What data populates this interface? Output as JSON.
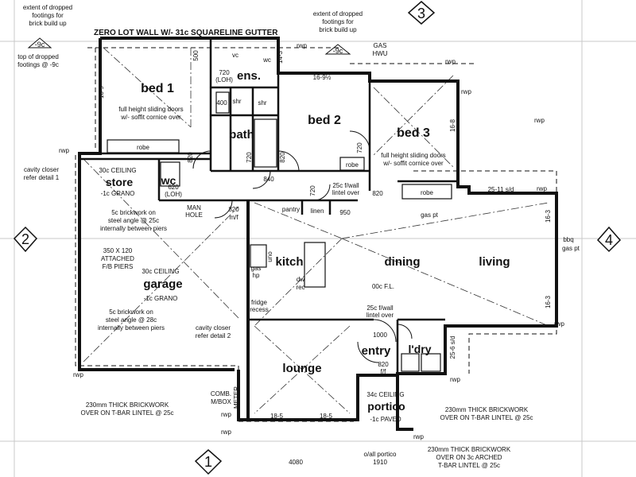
{
  "plan": {
    "header_note": "ZERO LOT WALL W/- 31c SQUARELINE GUTTER",
    "grids": {
      "g1": "1",
      "g2": "2",
      "g3": "3",
      "g4": "4"
    },
    "levels": {
      "m9c": "-9c",
      "m9c_b": "-9c"
    },
    "rooms": {
      "bed1": "bed 1",
      "bed2": "bed 2",
      "bed3": "bed 3",
      "ens": "ens.",
      "bath": "bath",
      "wc": "wc",
      "store": "store",
      "garage": "garage",
      "kitch": "kitch",
      "dining": "dining",
      "living": "living",
      "lounge": "lounge",
      "entry": "entry",
      "ldry": "l'dry",
      "portico": "portico"
    },
    "notes": {
      "tl1": "extent of dropped",
      "tl2": "footings for",
      "tl3": "brick build up",
      "tl4": "top of dropped",
      "tl5": "footings @ -9c",
      "tm1": "extent of dropped",
      "tm2": "footings for",
      "tm3": "brick build up",
      "gas_hwu1": "GAS",
      "gas_hwu2": "HWU",
      "cavity1a": "cavity closer",
      "cavity1b": "refer detail 1",
      "brick1a": "5c brickwork on",
      "brick1b": "steel angle @ 25c",
      "brick1c": "internally between piers",
      "piers1": "350 X 120",
      "piers2": "ATTACHED",
      "piers3": "F/B PIERS",
      "brick2a": "5c brickwork on",
      "brick2b": "steel angle @ 28c",
      "brick2c": "internally between piers",
      "cavity2a": "cavity closer",
      "cavity2b": "refer detail 2",
      "bed1_doors1": "full height sliding doors",
      "bed1_doors2": "w/- soffit cornice over",
      "bed3_doors1": "full height sliding doors",
      "bed3_doors2": "w/- soffit cornice over",
      "robe1": "robe",
      "robe2": "robe",
      "robe3": "robe",
      "store_ceiling": "30c CEILING",
      "store_grano": "-1c GRANO",
      "garage_ceiling": "30c CEILING",
      "garage_grano": "-1c GRANO",
      "portico_ceiling": "34c CEILING",
      "portico_paved": "-1c PAVED",
      "man_hole1": "MAN",
      "man_hole2": "HOLE",
      "pantry": "pantry",
      "linen": "linen",
      "gas_hp1": "gas",
      "gas_hp2": "hp",
      "uno": "uno",
      "fridge1": "fridge",
      "fridge2": "recess",
      "dw": "dw",
      "rec": "rec",
      "ffl": "00c F.L.",
      "lintel1a": "25c f/wall",
      "lintel1b": "lintel over",
      "lintel2a": "25c f/wall",
      "lintel2b": "lintel over",
      "gas_pt1": "gas pt",
      "gas_pt2": "bbq",
      "gas_pt3": "gas pt",
      "comb1": "COMB.",
      "comb2": "M/BOX",
      "meter": "METER",
      "lintel_a1": "230mm THICK BRICKWORK",
      "lintel_a2": "OVER ON T-BAR LINTEL @ 25c",
      "lintel_b1": "230mm THICK BRICKWORK",
      "lintel_b2": "OVER ON T-BAR LINTEL @ 25c",
      "lintel_c1": "230mm THICK BRICKWORK",
      "lintel_c2": "OVER ON 3c ARCHED",
      "lintel_c3": "T-BAR LINTEL @ 25c",
      "portico_width1": "o/all portico",
      "portico_width2": "1910",
      "dim_4080": "4080",
      "ss": "25-11 s/d",
      "ss2": "25-6 s/d"
    },
    "dims": {
      "d500": "500",
      "d720a": "720",
      "d720loh": "(LOH)",
      "d400": "400",
      "d720b": "720",
      "d820a": "820",
      "d840": "840",
      "d820b": "820",
      "d720c": "720",
      "d720d": "720",
      "d820c": "820",
      "d620": "620",
      "d620loh": "(LOH)",
      "d820d": "820",
      "d820mf": "m/f",
      "d950": "950",
      "d1000": "1000",
      "d820e": "820",
      "d820f": "f/f",
      "d18_9": "18-9",
      "d16_9h": "16-9½",
      "d16_8": "16-8",
      "d14_3": "14-3",
      "d16_3a": "16-3",
      "d16_3b": "16-3",
      "d18_5a": "18-5",
      "d18_5b": "18-5",
      "shr1": "shr",
      "shr2": "shr",
      "wc_small": "wc",
      "vc": "vc"
    },
    "rwp": [
      "rwp",
      "rwp",
      "rwp",
      "rwp",
      "rwp",
      "rwp",
      "rwp",
      "rwp",
      "rwp",
      "rwp",
      "rwp",
      "rwp"
    ]
  }
}
